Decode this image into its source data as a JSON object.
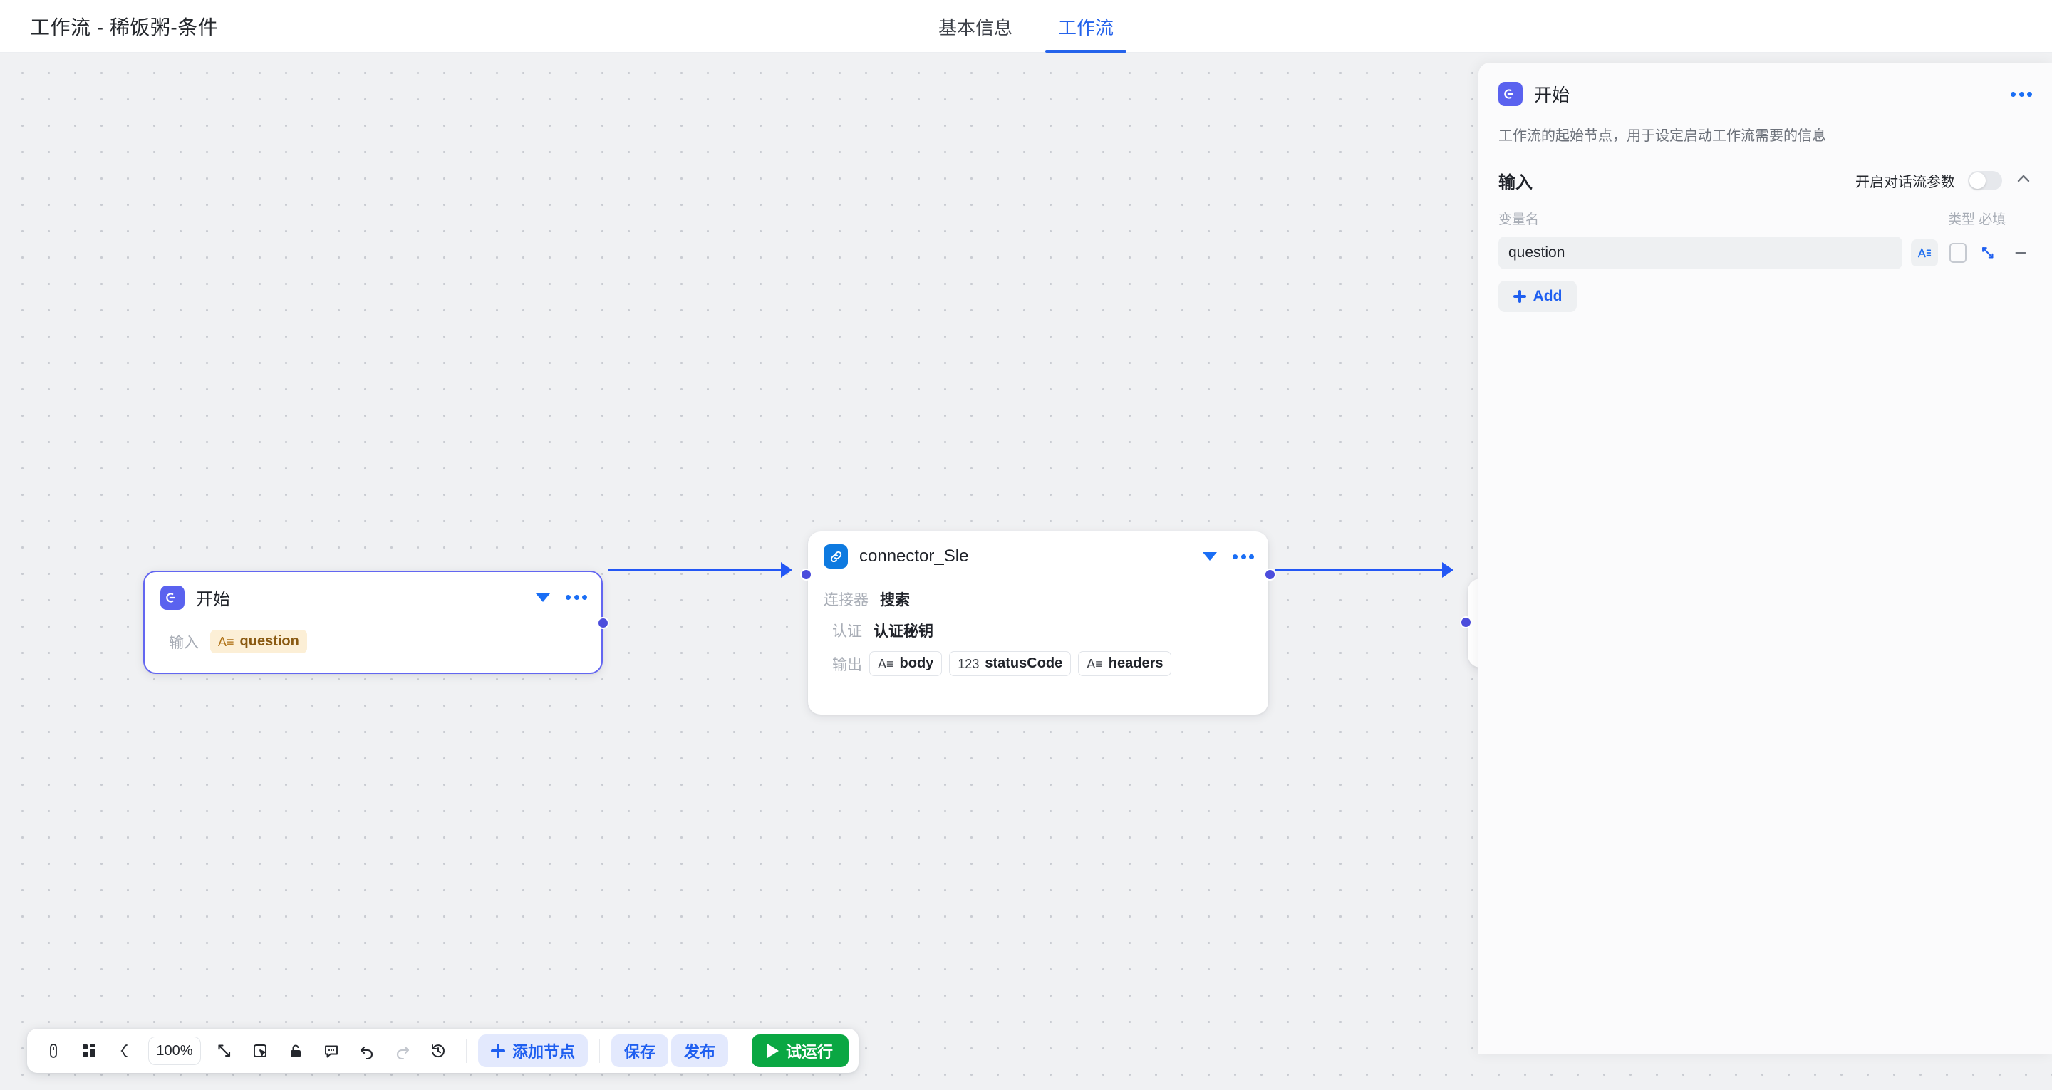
{
  "header": {
    "title": "工作流 - 稀饭粥-条件",
    "tabs": [
      {
        "label": "基本信息",
        "active": false
      },
      {
        "label": "工作流",
        "active": true
      }
    ]
  },
  "canvas": {
    "nodes": [
      {
        "id": "start",
        "title": "开始",
        "icon": "start-icon",
        "selected": true,
        "rows": [
          {
            "label": "输入",
            "tags": [
              {
                "type_icon": "A≡",
                "text": "question",
                "style": "amber"
              }
            ]
          }
        ]
      },
      {
        "id": "connector",
        "title": "connector_Sle",
        "icon": "link-icon",
        "selected": false,
        "rows": [
          {
            "label": "连接器",
            "value": "搜索"
          },
          {
            "label": "认证",
            "value": "认证秘钥"
          },
          {
            "label": "输出",
            "tags": [
              {
                "type_icon": "A≡",
                "text": "body",
                "style": "plain"
              },
              {
                "type_icon": "123",
                "text": "statusCode",
                "style": "plain"
              },
              {
                "type_icon": "A≡",
                "text": "headers",
                "style": "plain"
              }
            ]
          }
        ]
      }
    ],
    "accent_edge_color": "#2357f5",
    "port_color": "#4c4ddc",
    "background_color": "#f0f1f3"
  },
  "toolbar": {
    "icons": [
      {
        "name": "cursor-mouse-icon"
      },
      {
        "name": "layout-grid-icon"
      },
      {
        "name": "collapse-bracket-icon"
      }
    ],
    "zoom_level": "100%",
    "icons_after": [
      {
        "name": "fit-view-icon"
      },
      {
        "name": "frame-select-icon"
      },
      {
        "name": "unlock-icon"
      },
      {
        "name": "comment-icon"
      },
      {
        "name": "undo-icon"
      },
      {
        "name": "redo-icon"
      },
      {
        "name": "history-icon"
      }
    ],
    "add_node_label": "添加节点",
    "save_label": "保存",
    "publish_label": "发布",
    "test_run_label": "试运行",
    "test_run_color": "#0aa743"
  },
  "panel": {
    "title": "开始",
    "icon": "start-icon",
    "menu_icon": "ellipsis-icon",
    "description": "工作流的起始节点，用于设定启动工作流需要的信息",
    "section": {
      "title": "输入",
      "toggle_label": "开启对话流参数",
      "toggle_on": false,
      "collapse_icon": "chevron-up-icon"
    },
    "table": {
      "col_name": "变量名",
      "col_type": "类型 必填",
      "rows": [
        {
          "value": "question",
          "placeholder": "变量名",
          "type_icon": "A≡",
          "required": false
        }
      ],
      "add_label": "Add"
    }
  }
}
